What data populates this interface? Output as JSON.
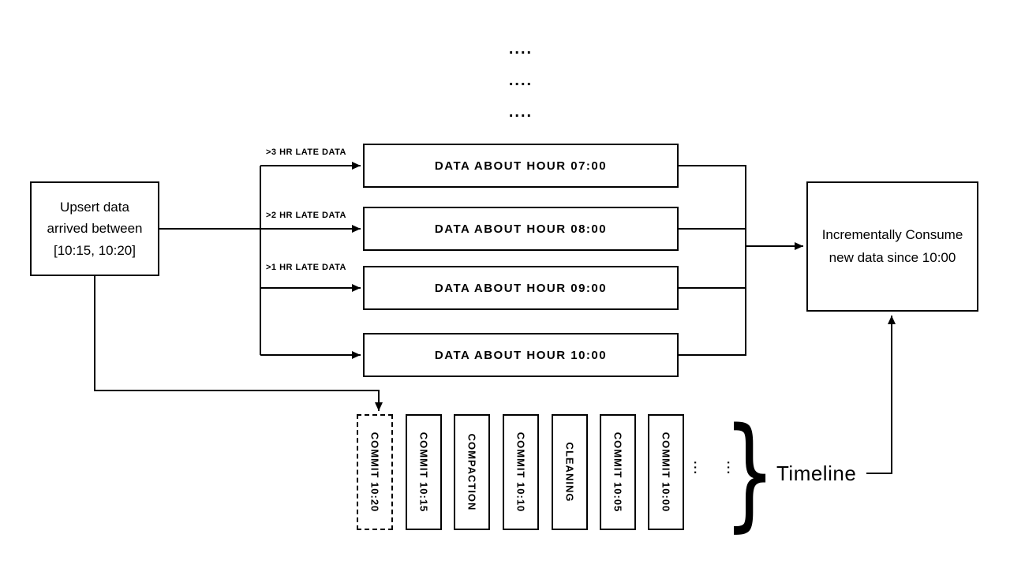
{
  "colors": {
    "line": "#000000",
    "background": "#ffffff"
  },
  "top_dots": [
    "....",
    "....",
    "...."
  ],
  "left_box": {
    "lines": [
      "Upsert data",
      "arrived between",
      "[10:15, 10:20]"
    ]
  },
  "late_labels": [
    ">3 HR LATE DATA",
    ">2 HR LATE DATA",
    ">1 HR LATE DATA"
  ],
  "hour_boxes": [
    "DATA ABOUT HOUR 07:00",
    "DATA ABOUT HOUR 08:00",
    "DATA ABOUT HOUR 09:00",
    "DATA ABOUT HOUR 10:00"
  ],
  "right_box": {
    "lines": [
      "Incrementally Consume",
      "new data since 10:00"
    ]
  },
  "timeline": {
    "entries": [
      {
        "label": "COMMIT 10:20",
        "style": "dashed"
      },
      {
        "label": "COMMIT 10:15",
        "style": "solid"
      },
      {
        "label": "COMPACTION",
        "style": "solid"
      },
      {
        "label": "COMMIT 10:10",
        "style": "solid"
      },
      {
        "label": "CLEANING",
        "style": "solid"
      },
      {
        "label": "COMMIT 10:05",
        "style": "solid"
      },
      {
        "label": "COMMIT 10:00",
        "style": "solid"
      }
    ],
    "ellipsis": [
      "...",
      "..."
    ],
    "brace_icon": "}",
    "label": "Timeline"
  }
}
